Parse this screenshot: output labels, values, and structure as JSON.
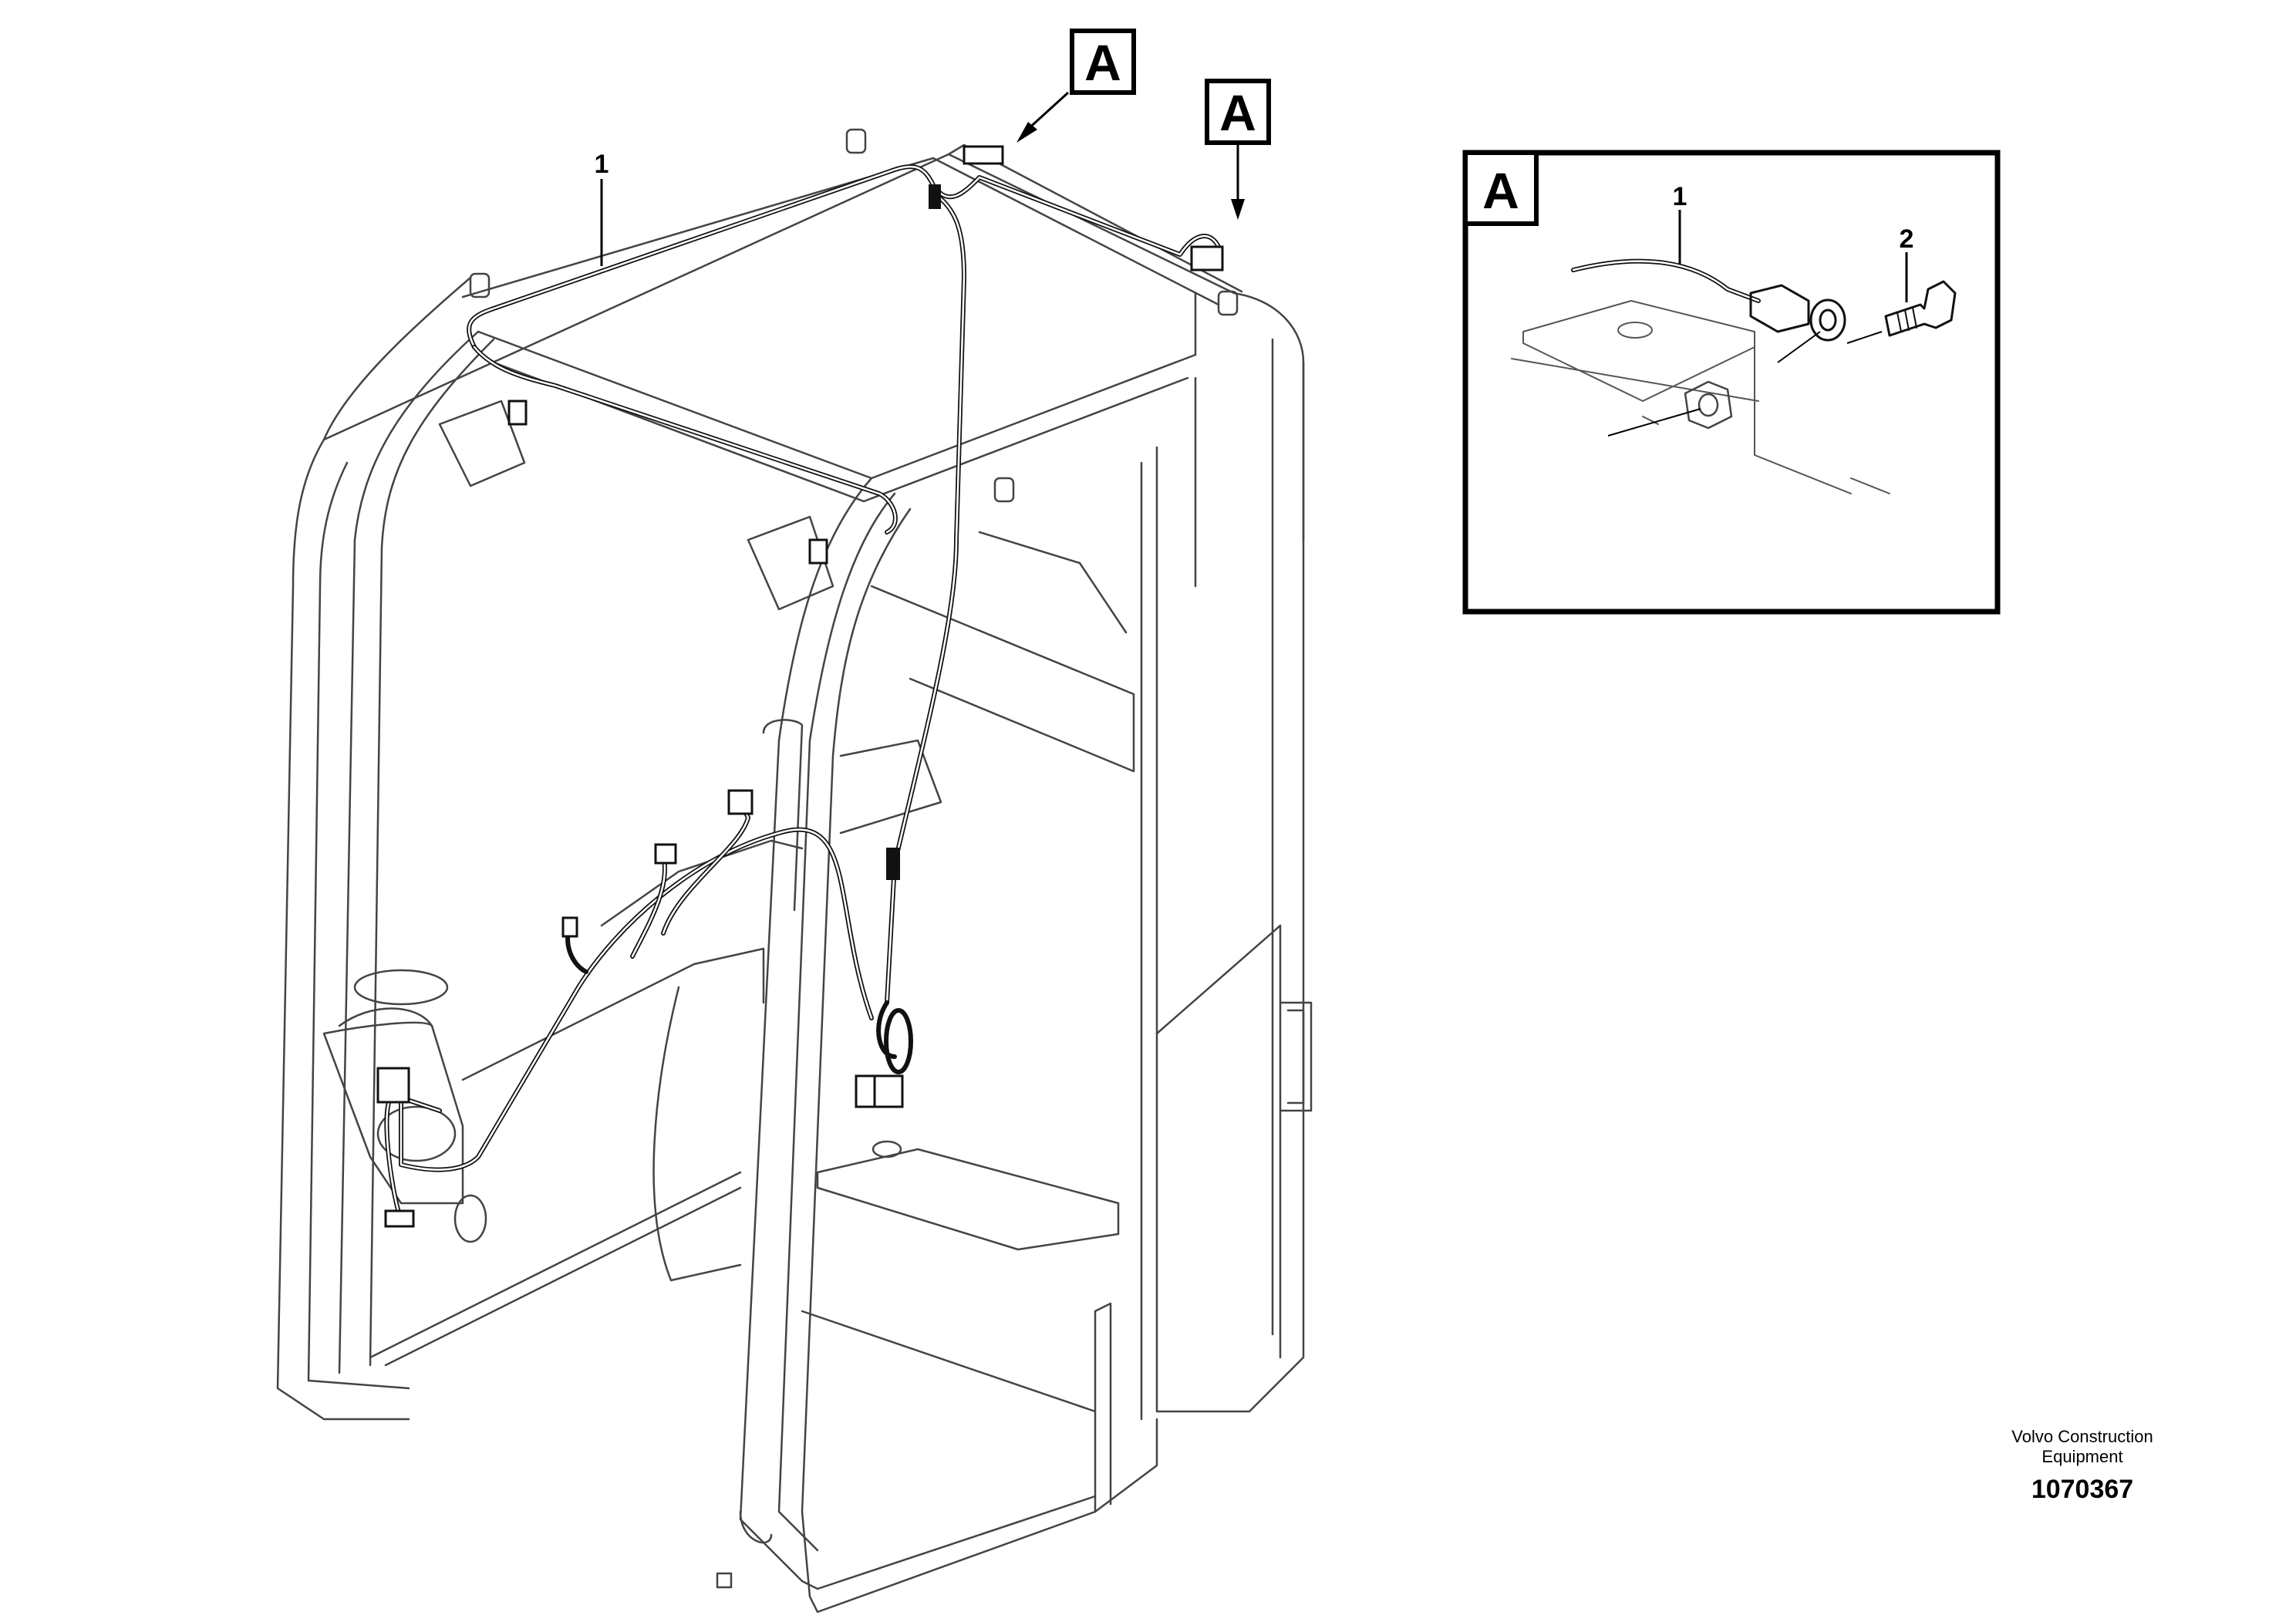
{
  "callouts": {
    "harness": "1",
    "detail_wire": "1",
    "detail_screw": "2"
  },
  "view_tags": {
    "top_left": "A",
    "top_right": "A",
    "detail": "A"
  },
  "footer": {
    "maker_line1": "Volvo Construction",
    "maker_line2": "Equipment",
    "doc_number": "1070367"
  }
}
